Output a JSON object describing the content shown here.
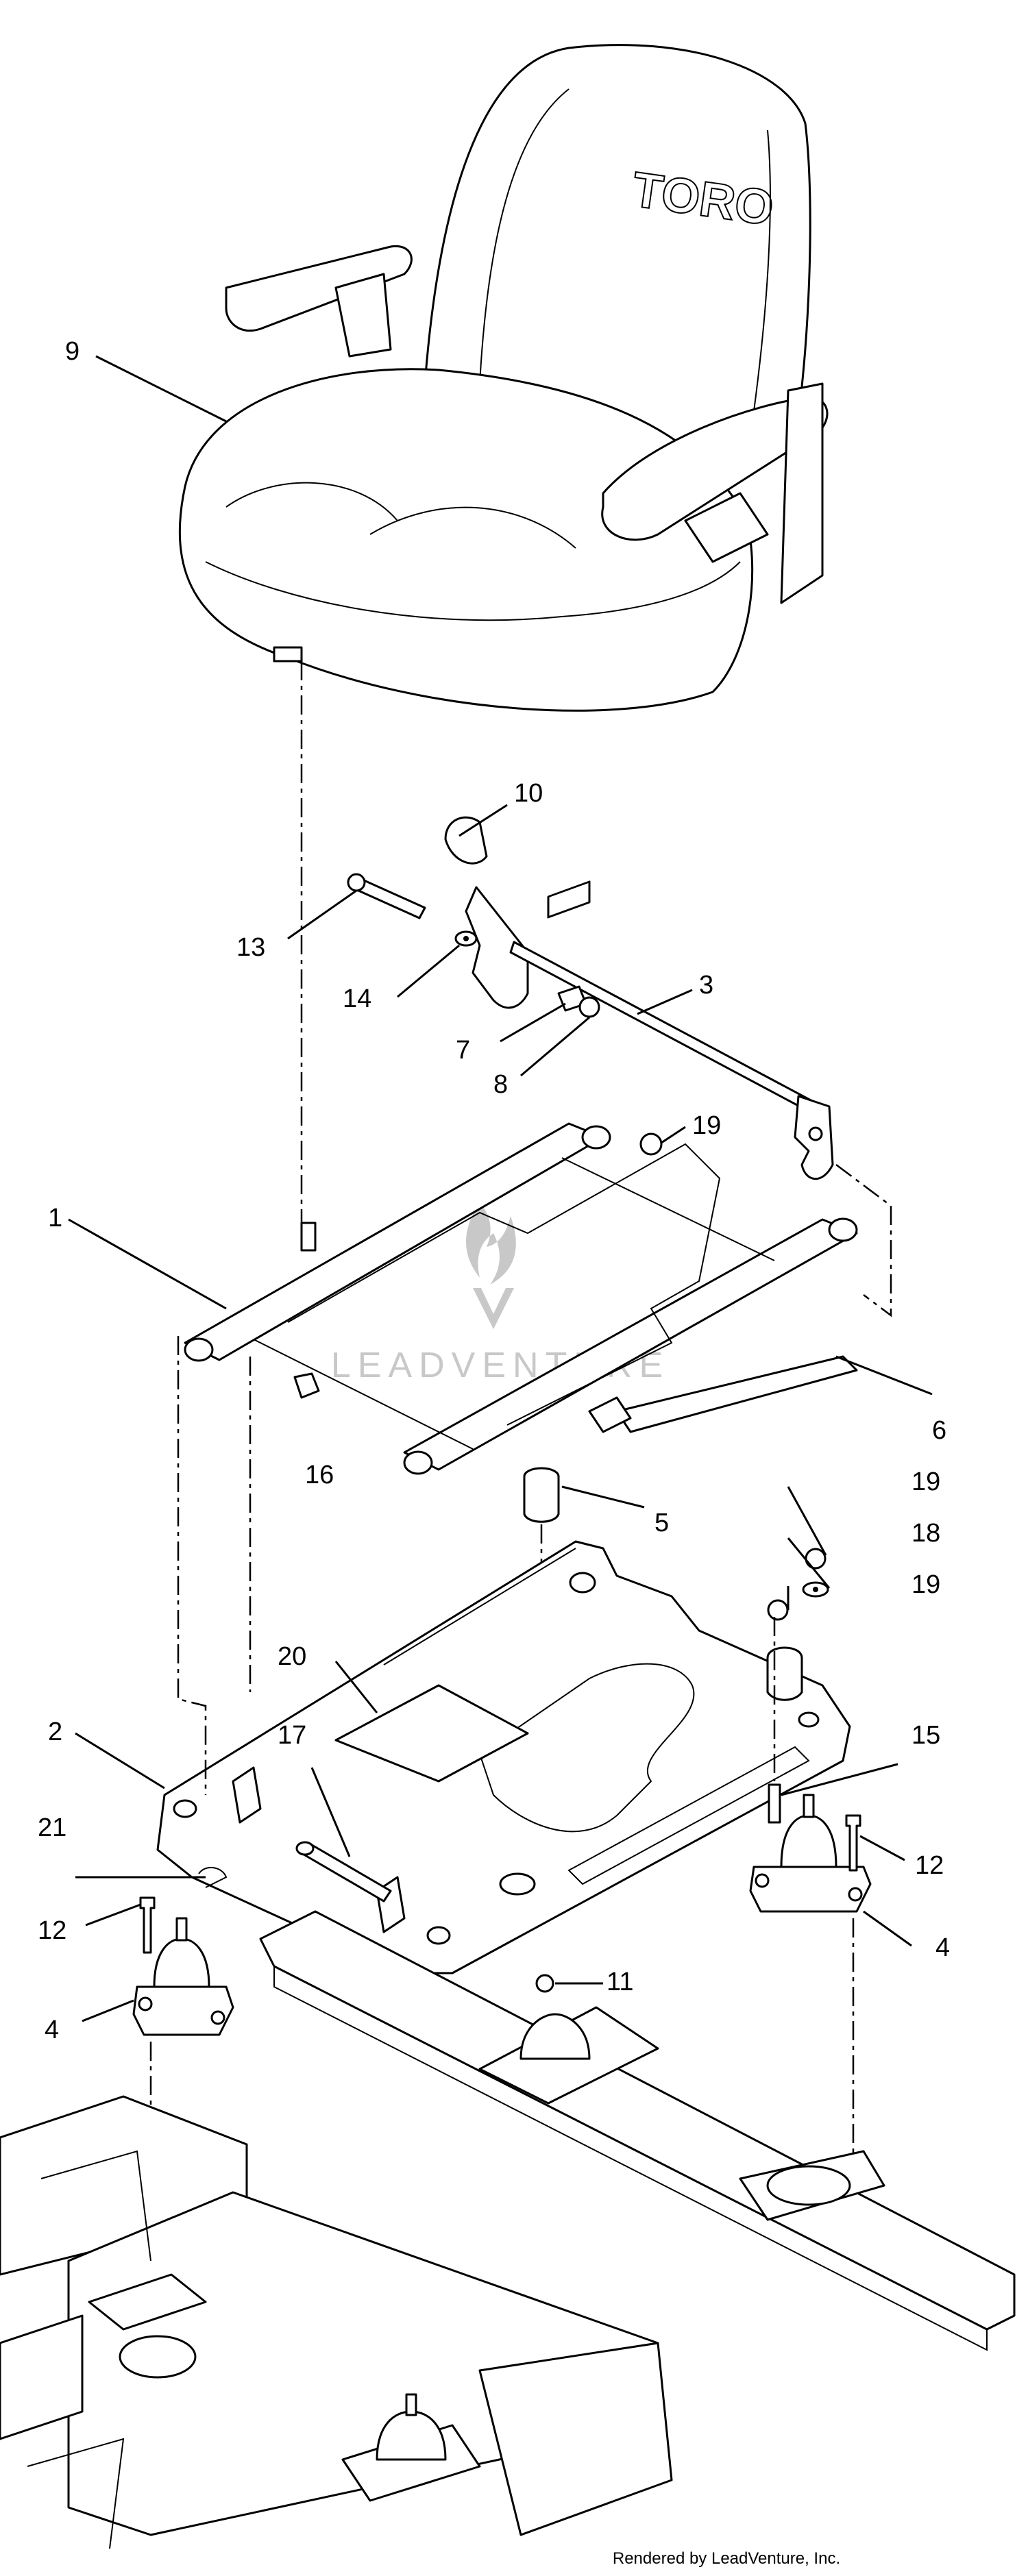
{
  "diagram": {
    "brand_mark": "TORO",
    "watermark": "LEADVENTURE",
    "footer": "Rendered by LeadVenture, Inc.",
    "callouts": [
      "9",
      "10",
      "13",
      "14",
      "3",
      "7",
      "8",
      "19",
      "1",
      "6",
      "16",
      "5",
      "19",
      "18",
      "19",
      "20",
      "2",
      "17",
      "15",
      "21",
      "12",
      "12",
      "4",
      "11",
      "4"
    ]
  }
}
